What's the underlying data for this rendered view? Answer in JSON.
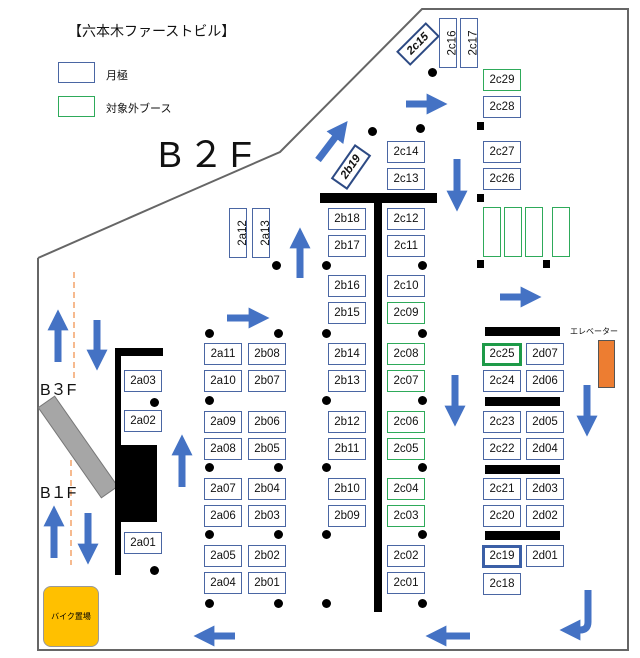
{
  "title": "【六本木ファーストビル】",
  "legend": {
    "monthly": {
      "label": "月極",
      "color": "#4a66a3"
    },
    "excluded": {
      "label": "対象外ブース",
      "color": "#2eaa5a"
    }
  },
  "floor_label": "B２F",
  "ramp_labels": {
    "upper": "B３F",
    "lower": "B１F"
  },
  "elevator_label": "エレベーター",
  "bike_parking_label": "バイク置場",
  "colors": {
    "arrow": "#4472c4",
    "elevator": "#ed7d31",
    "bike": "#ffc000",
    "ramp": "#a6a6a6"
  },
  "excluded_spaces": [
    "2c03",
    "2c04",
    "2c05",
    "2c06",
    "2c07",
    "2c08",
    "2c09",
    "2c25",
    "2c29"
  ],
  "spaces": {
    "2a01": "2a01",
    "2a02": "2a02",
    "2a03": "2a03",
    "2a04": "2a04",
    "2a05": "2a05",
    "2a06": "2a06",
    "2a07": "2a07",
    "2a08": "2a08",
    "2a09": "2a09",
    "2a10": "2a10",
    "2a11": "2a11",
    "2a12": "2a12",
    "2a13": "2a13",
    "2b01": "2b01",
    "2b02": "2b02",
    "2b03": "2b03",
    "2b04": "2b04",
    "2b05": "2b05",
    "2b06": "2b06",
    "2b07": "2b07",
    "2b08": "2b08",
    "2b09": "2b09",
    "2b10": "2b10",
    "2b11": "2b11",
    "2b12": "2b12",
    "2b13": "2b13",
    "2b14": "2b14",
    "2b15": "2b15",
    "2b16": "2b16",
    "2b17": "2b17",
    "2b18": "2b18",
    "2b19": "2b19",
    "2c01": "2c01",
    "2c02": "2c02",
    "2c03": "2c03",
    "2c04": "2c04",
    "2c05": "2c05",
    "2c06": "2c06",
    "2c07": "2c07",
    "2c08": "2c08",
    "2c09": "2c09",
    "2c10": "2c10",
    "2c11": "2c11",
    "2c12": "2c12",
    "2c13": "2c13",
    "2c14": "2c14",
    "2c15": "2c15",
    "2c16": "2c16",
    "2c17": "2c17",
    "2c18": "2c18",
    "2c19": "2c19",
    "2c20": "2c20",
    "2c21": "2c21",
    "2c22": "2c22",
    "2c23": "2c23",
    "2c24": "2c24",
    "2c25": "2c25",
    "2c26": "2c26",
    "2c27": "2c27",
    "2c28": "2c28",
    "2c29": "2c29",
    "2d01": "2d01",
    "2d02": "2d02",
    "2d03": "2d03",
    "2d04": "2d04",
    "2d05": "2d05",
    "2d06": "2d06",
    "2d07": "2d07"
  }
}
